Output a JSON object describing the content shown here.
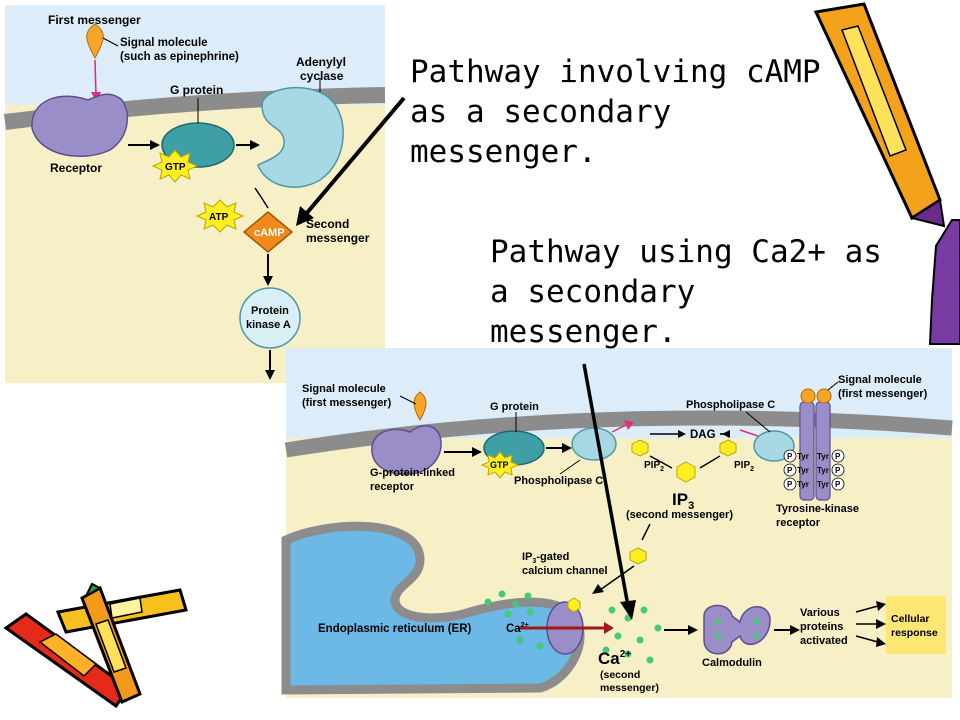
{
  "captions": {
    "camp": "Pathway involving cAMP\nas a secondary\nmessenger.",
    "ca": "Pathway using Ca2+ as\na secondary\nmessenger."
  },
  "camp_diagram": {
    "first_messenger": "First messenger",
    "signal_molecule": "Signal molecule",
    "signal_example": "(such as epinephrine)",
    "g_protein": "G protein",
    "adenylyl_1": "Adenylyl",
    "adenylyl_2": "cyclase",
    "receptor": "Receptor",
    "gtp": "GTP",
    "atp": "ATP",
    "camp": "cAMP",
    "second_1": "Second",
    "second_2": "messenger",
    "pka_1": "Protein",
    "pka_2": "kinase A"
  },
  "ca_diagram": {
    "signal_left_1": "Signal molecule",
    "signal_left_2": "(first messenger)",
    "g_protein": "G protein",
    "phospholipase_top": "Phospholipase C",
    "signal_right_1": "Signal molecule",
    "signal_right_2": "(first messenger)",
    "dag": "DAG",
    "pip2": "PIP",
    "pip2_sub": "2",
    "gpl_1": "G-protein-linked",
    "gpl_2": "receptor",
    "gtp": "GTP",
    "phospholipase_mid": "Phospholipase C",
    "ip3": "IP",
    "ip3_sub": "3",
    "ip3_second": "(second messenger)",
    "tk_1": "Tyrosine-kinase",
    "tk_2": "receptor",
    "tyr": "Tyr",
    "p": "P",
    "ip3_gated_1": "IP",
    "ip3_gated_sub": "3",
    "ip3_gated_1b": "-gated",
    "ip3_gated_2": "calcium channel",
    "er": "Endoplasmic reticulum (ER)",
    "ca_small": "Ca",
    "ca_small_sup": "2+",
    "ca_big": "Ca",
    "ca_big_sup": "2+",
    "ca_second_1": "(second",
    "ca_second_2": "messenger)",
    "calmodulin": "Calmodulin",
    "various_1": "Various",
    "various_2": "proteins",
    "various_3": "activated",
    "cellular_1": "Cellular",
    "cellular_2": "response"
  },
  "colors": {
    "extracellular": "#dcecf8",
    "cytoplasm": "#f7f0c6",
    "membrane": "#8c8c8c",
    "receptor": "#9b8ec8",
    "g_protein": "#3f9fa7",
    "adenylyl": "#a6d9e3",
    "camp": "#f08a1c",
    "gtp_star": "#ffee22",
    "er": "#6cb8e6",
    "ca_ion": "#49c879",
    "response_box": "#fce774"
  }
}
